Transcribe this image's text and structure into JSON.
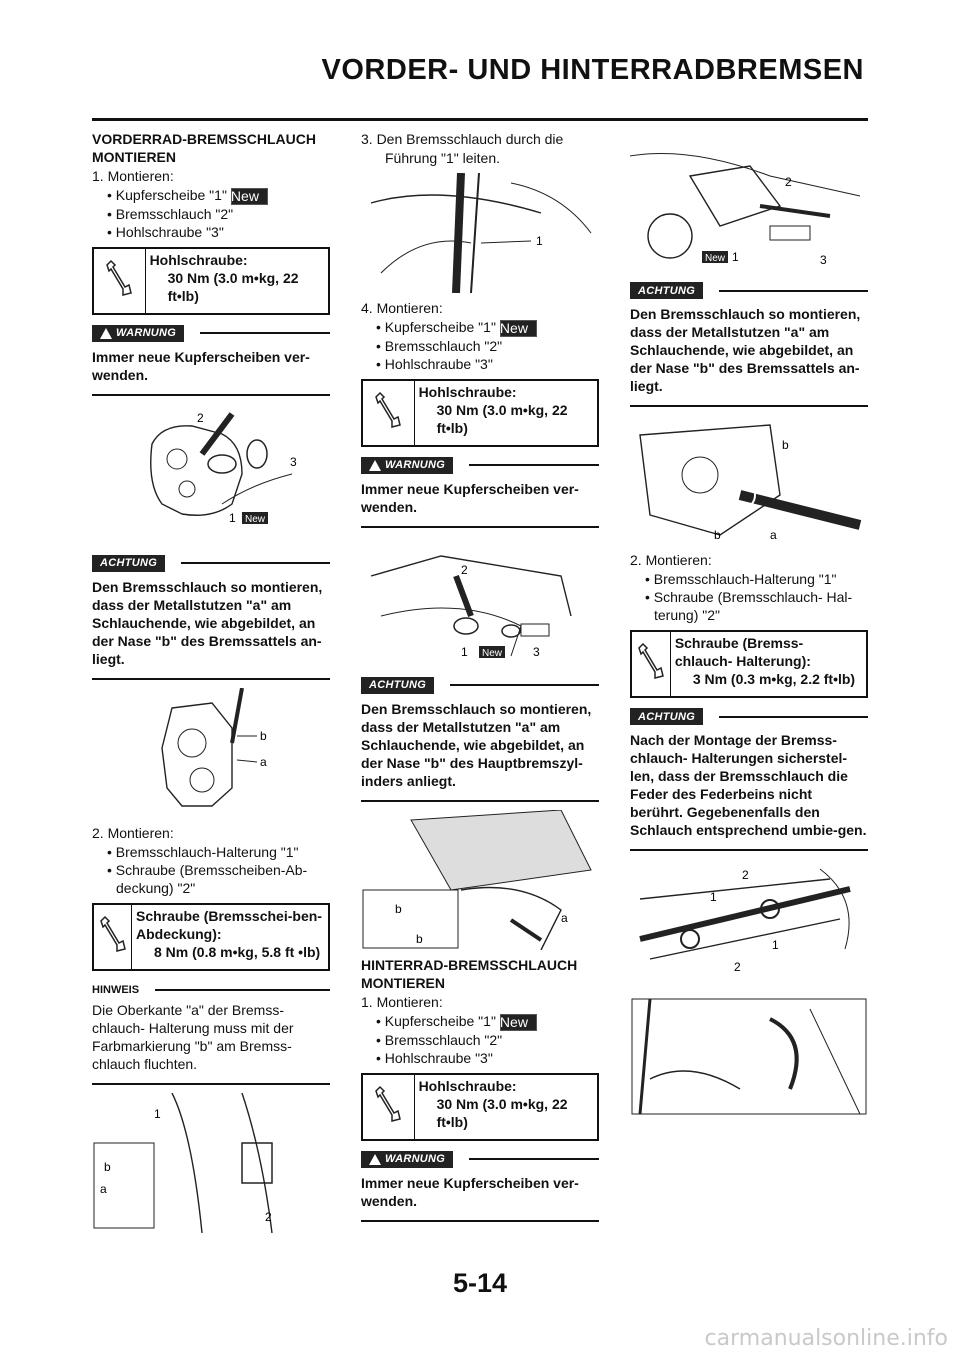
{
  "header": {
    "title": "VORDER- UND HINTERRADBREMSEN"
  },
  "new_label": "New",
  "col1": {
    "heading": "VORDERRAD-BREMSSCHLAUCH MONTIEREN",
    "step1": "1. Montieren:",
    "items1": [
      "• Kupferscheibe \"1\"",
      "• Bremsschlauch \"2\"",
      "• Hohlschraube \"3\""
    ],
    "torque1": {
      "name": "Hohlschraube:",
      "value": "30 Nm (3.0 m•kg, 22 ft•lb)"
    },
    "warning1": {
      "label": "WARNUNG",
      "text": "Immer neue Kupferscheiben ver-wenden."
    },
    "achtung1": {
      "label": "ACHTUNG",
      "text": "Den Bremsschlauch so montieren, dass der Metallstutzen \"a\" am Schlauchende, wie abgebildet, an der Nase \"b\" des Bremssattels an-liegt."
    },
    "step2": "2. Montieren:",
    "items2": [
      "• Bremsschlauch-Halterung \"1\"",
      "• Schraube (Bremsscheiben-Ab-"
    ],
    "items2_cont": "deckung) \"2\"",
    "torque2": {
      "name": "Schraube (Bremsschei-ben-Abdeckung):",
      "value": "8 Nm (0.8 m•kg, 5.8 ft •lb)"
    },
    "hinweis": {
      "label": "HINWEIS",
      "text": "Die Oberkante \"a\" der Bremss-chlauch- Halterung muss mit der Farbmarkierung \"b\" am Bremss-chlauch fluchten."
    }
  },
  "col2": {
    "step3": "3. Den Bremsschlauch durch die",
    "step3_cont": "Führung \"1\" leiten.",
    "step4": "4. Montieren:",
    "items4": [
      "• Kupferscheibe \"1\"",
      "• Bremsschlauch \"2\"",
      "• Hohlschraube \"3\""
    ],
    "torque3": {
      "name": "Hohlschraube:",
      "value": "30 Nm (3.0 m•kg, 22 ft•lb)"
    },
    "warning2": {
      "label": "WARNUNG",
      "text": "Immer neue Kupferscheiben ver-wenden."
    },
    "achtung2": {
      "label": "ACHTUNG",
      "text": "Den Bremsschlauch so montieren, dass der Metallstutzen \"a\" am Schlauchende, wie abgebildet, an der Nase \"b\" des Hauptbremszyl-inders anliegt."
    },
    "heading2": "HINTERRAD-BREMSSCHLAUCH MONTIEREN",
    "step5": "1. Montieren:",
    "items5": [
      "• Kupferscheibe \"1\"",
      "• Bremsschlauch \"2\"",
      "• Hohlschraube \"3\""
    ],
    "torque4": {
      "name": "Hohlschraube:",
      "value": "30 Nm (3.0 m•kg, 22 ft•lb)"
    },
    "warning3": {
      "label": "WARNUNG",
      "text": "Immer neue Kupferscheiben ver-wenden."
    }
  },
  "col3": {
    "achtung3": {
      "label": "ACHTUNG",
      "text": "Den Bremsschlauch so montieren, dass der Metallstutzen \"a\" am Schlauchende, wie abgebildet, an der Nase \"b\" des Bremssattels an-liegt."
    },
    "step6": "2. Montieren:",
    "items6": [
      "• Bremsschlauch-Halterung \"1\"",
      "• Schraube (Bremsschlauch- Hal-"
    ],
    "items6_cont": "terung) \"2\"",
    "torque5": {
      "name": "Schraube (Bremss-chlauch- Halterung):",
      "value": "3 Nm (0.3 m•kg, 2.2 ft•lb)"
    },
    "achtung4": {
      "label": "ACHTUNG",
      "text": "Nach der Montage der Bremss-chlauch- Halterungen sicherstel-len, dass der Bremsschlauch die Feder des Federbeins nicht berührt. Gegebenenfalls den Schlauch entsprechend umbie-gen."
    }
  },
  "footer": {
    "page_number": "5-14",
    "watermark": "carmanualsonline.info"
  }
}
